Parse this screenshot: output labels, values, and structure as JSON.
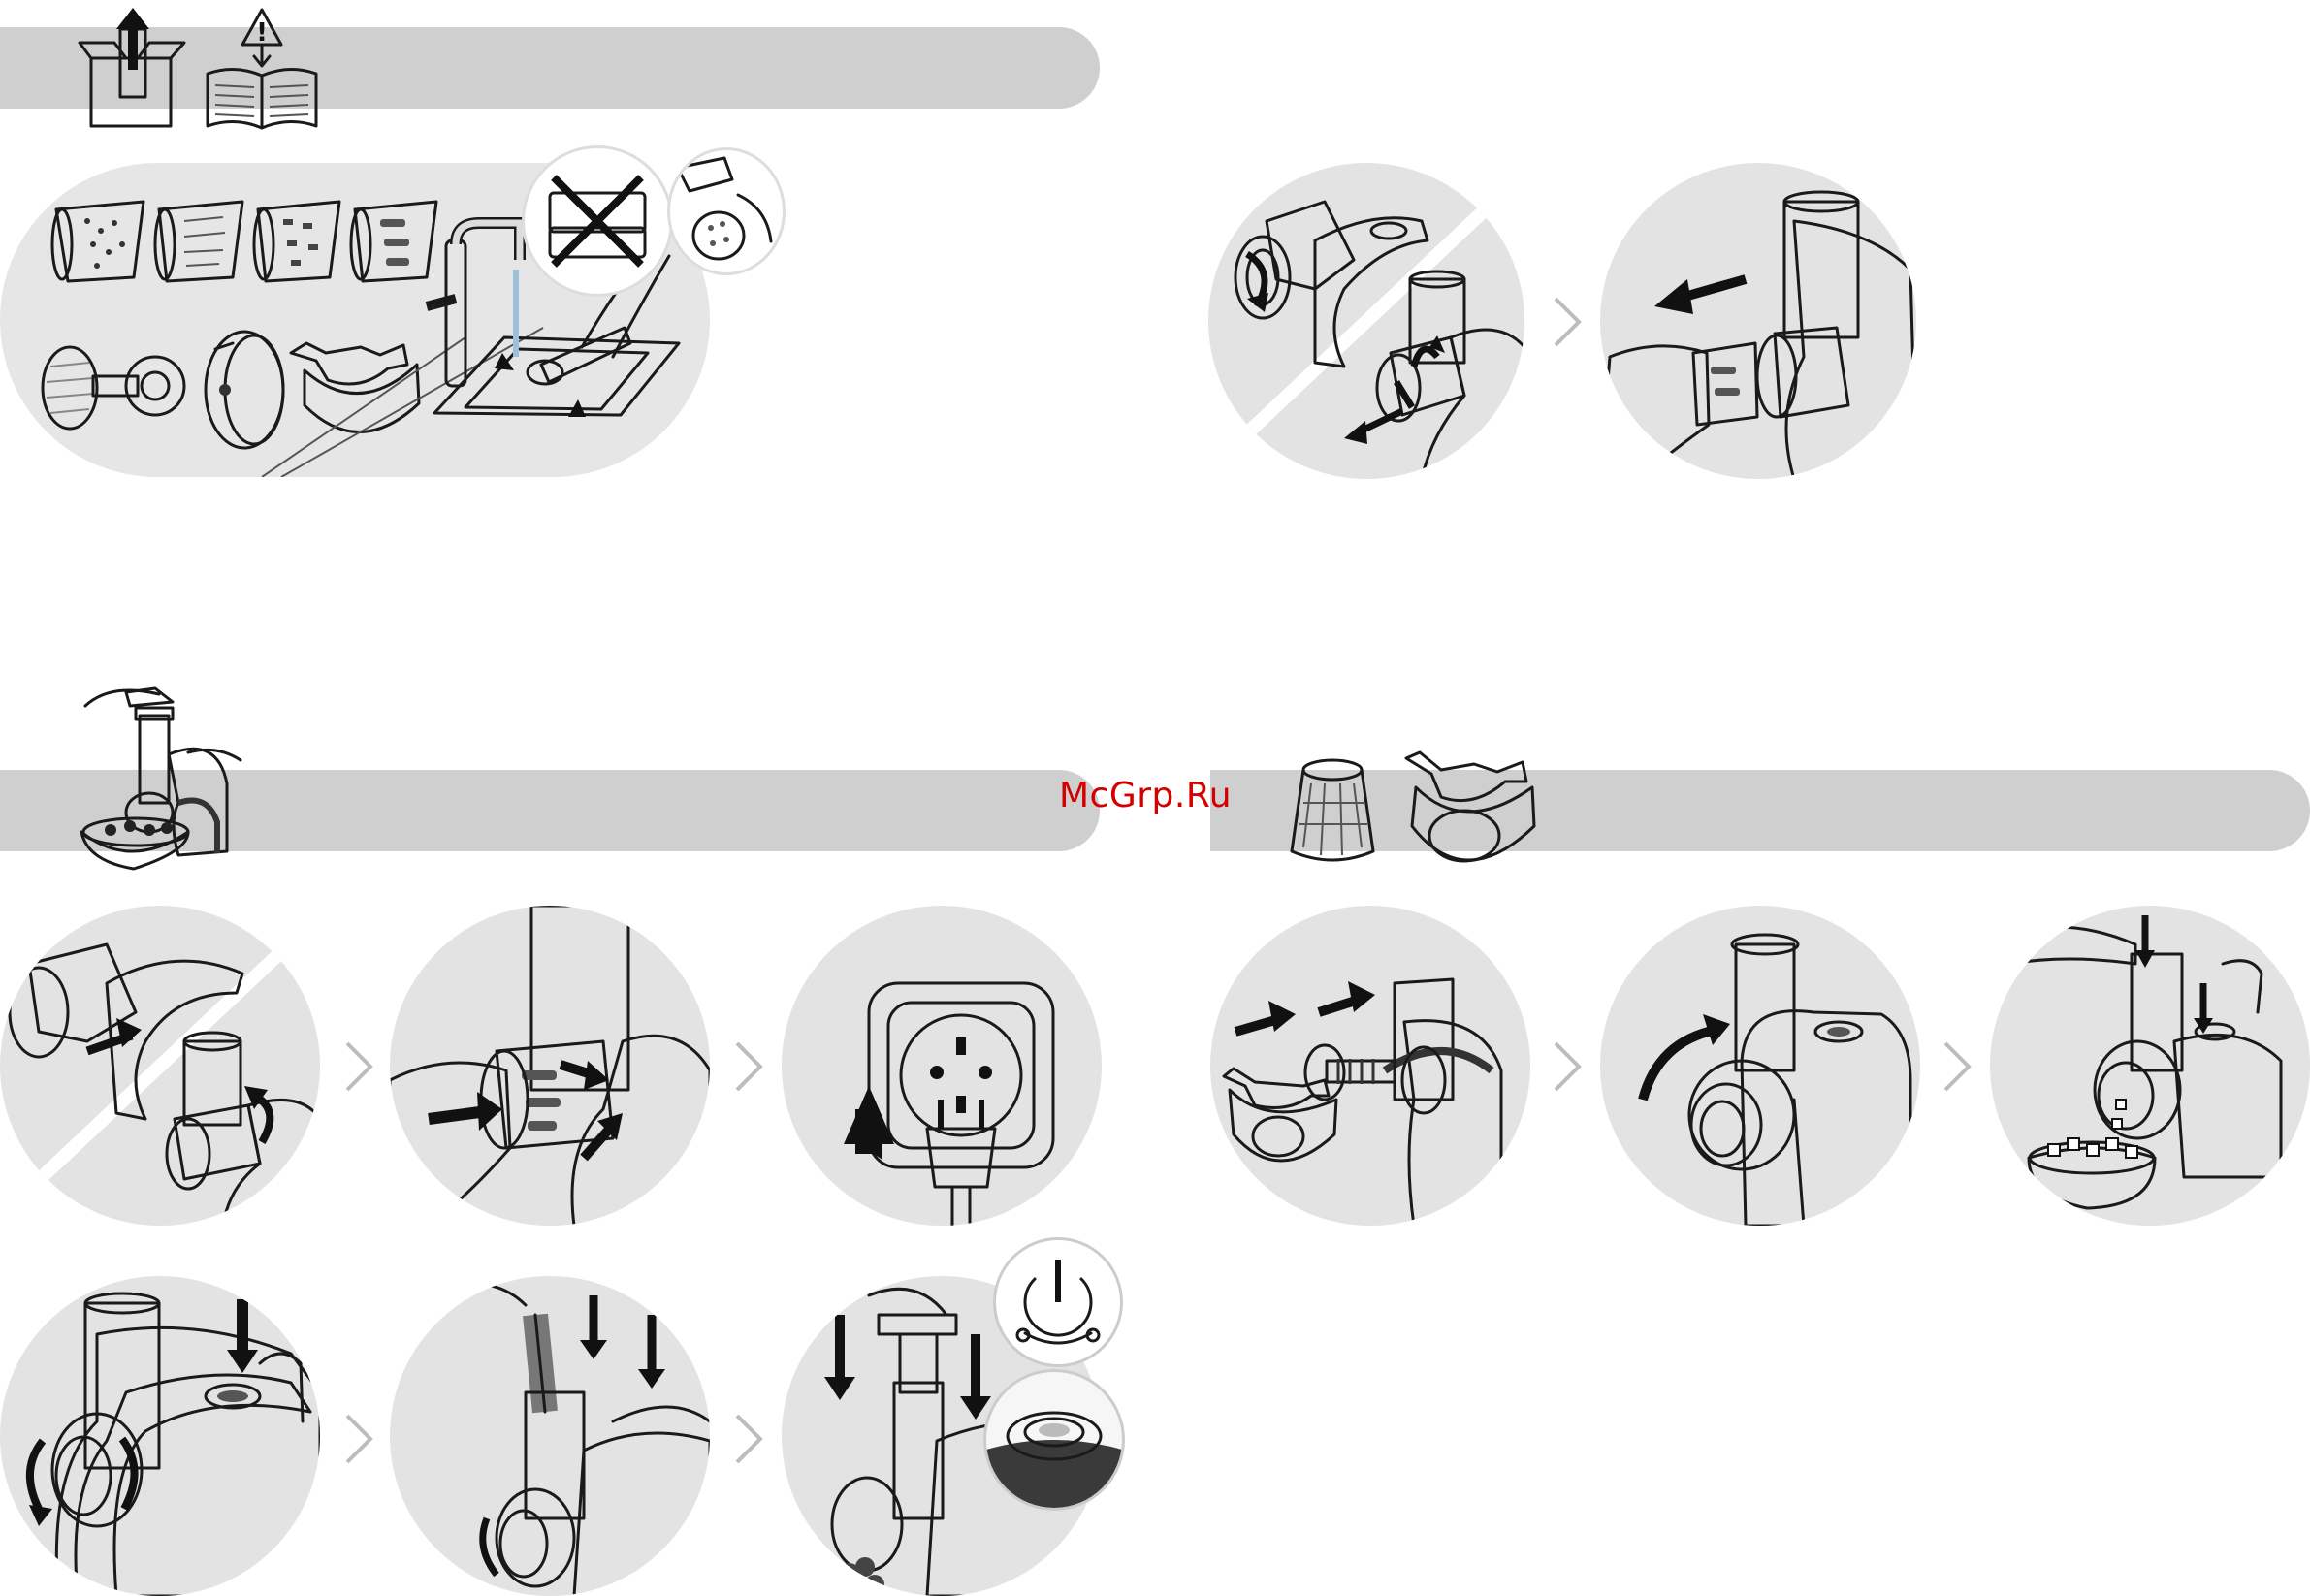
{
  "document": {
    "watermark": "McGrp.Ru",
    "colors": {
      "band": "#cfcfcf",
      "panel": "#e6e6e6",
      "step_bg": "#e3e3e3",
      "accent_dark": "#222222",
      "watermark": "#d40000"
    }
  },
  "sections": [
    {
      "id": "unpack-read",
      "icons": [
        "unpack-box-icon",
        "read-manual-warning-icon"
      ]
    },
    {
      "id": "cleaning",
      "items": [
        "drum-cones",
        "pusher",
        "motor-cap",
        "cover",
        "sink-wash"
      ],
      "notes": [
        "no-abrasive-sponge-icon",
        "dish-soap-icon"
      ]
    },
    {
      "id": "drum-assembly-steps",
      "steps": 2
    },
    {
      "id": "use-drums",
      "icons": [
        "salad-maker-icon"
      ],
      "steps": 6
    },
    {
      "id": "dicing-accessory",
      "icons": [
        "dicing-drum-icon",
        "dicing-cover-icon"
      ],
      "steps": 3
    }
  ]
}
